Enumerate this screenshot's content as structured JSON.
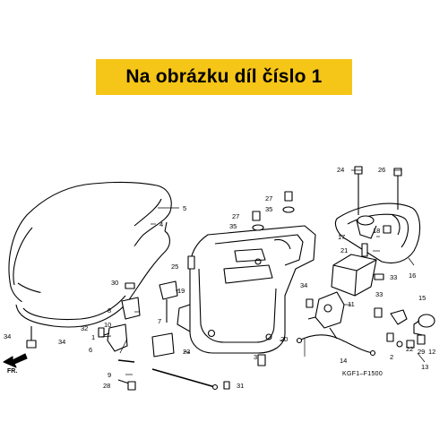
{
  "banner": {
    "text": "Na obrázku díl číslo 1",
    "color": "#f5c518"
  },
  "diagram_code": "KGF1–F1500",
  "front_label": "FR.",
  "callouts": [
    "1",
    "2",
    "3",
    "4",
    "5",
    "6",
    "7",
    "8",
    "9",
    "10",
    "11",
    "12",
    "13",
    "14",
    "15",
    "16",
    "17",
    "18",
    "19",
    "20",
    "21",
    "22",
    "23",
    "24",
    "25",
    "26",
    "27",
    "28",
    "29",
    "30",
    "31",
    "32",
    "33",
    "34",
    "35"
  ],
  "callout_labels": {
    "c1": "1",
    "c2": "2",
    "c3": "3",
    "c4": "4",
    "c5": "5",
    "c6": "6",
    "c7": "7",
    "c8": "8",
    "c9": "9",
    "c10": "10",
    "c11": "11",
    "c12": "12",
    "c13": "13",
    "c14": "14",
    "c15": "15",
    "c16": "16",
    "c17": "17",
    "c18": "18",
    "c19": "19",
    "c20": "20",
    "c21": "21",
    "c22": "22",
    "c23": "23",
    "c24": "24",
    "c25": "25",
    "c26": "26",
    "c27": "27",
    "c28": "28",
    "c29": "29",
    "c30": "30",
    "c31": "31",
    "c32": "32",
    "c33": "33",
    "c34": "34",
    "c35": "35"
  }
}
